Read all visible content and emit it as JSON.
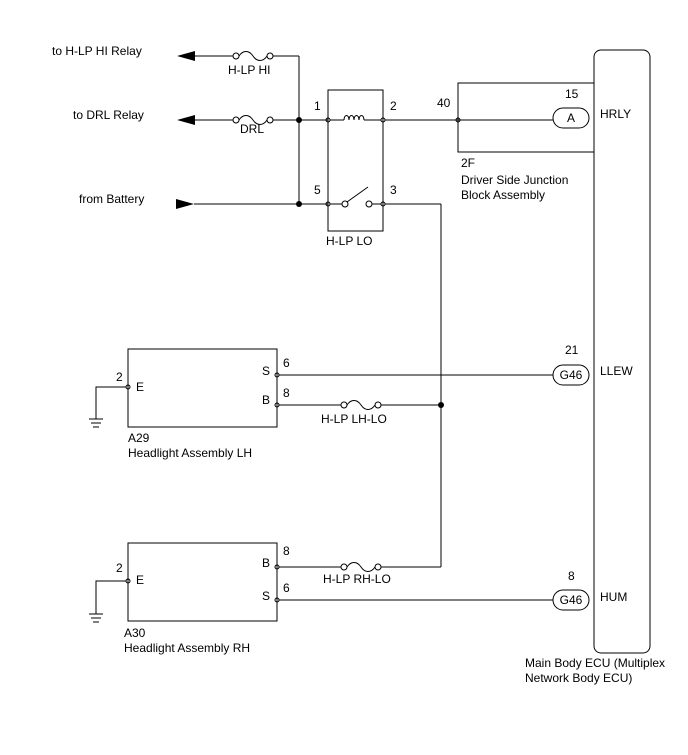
{
  "labels": {
    "to_hlp_hi_relay": "to H-LP HI Relay",
    "to_drl_relay": "to DRL Relay",
    "from_battery": "from Battery",
    "fuse_hlp_hi": "H-LP HI",
    "fuse_drl": "DRL",
    "fuse_hlp_lh_lo": "H-LP LH-LO",
    "fuse_hlp_rh_lo": "H-LP RH-LO"
  },
  "relay": {
    "name": "H-LP LO",
    "pin1": "1",
    "pin2": "2",
    "pin5": "5",
    "pin3": "3"
  },
  "junction_block": {
    "code": "2F",
    "name_line1": "Driver Side Junction",
    "name_line2": "Block Assembly",
    "pin_in": "40",
    "pin_out": "15",
    "connector": "A"
  },
  "headlight_lh": {
    "code": "A29",
    "name": "Headlight Assembly LH",
    "pin_e": "2",
    "term_e": "E",
    "pin_s": "6",
    "term_s": "S",
    "pin_b": "8",
    "term_b": "B"
  },
  "headlight_rh": {
    "code": "A30",
    "name": "Headlight Assembly RH",
    "pin_e": "2",
    "term_e": "E",
    "pin_b": "8",
    "term_b": "B",
    "pin_s": "6",
    "term_s": "S"
  },
  "ecu": {
    "name_line1": "Main Body ECU (Multiplex",
    "name_line2": "Network Body ECU)",
    "hrly": "HRLY",
    "llew": "LLEW",
    "hum": "HUM",
    "llew_pin": "21",
    "hum_pin": "8",
    "llew_conn": "G46",
    "hum_conn": "G46"
  }
}
